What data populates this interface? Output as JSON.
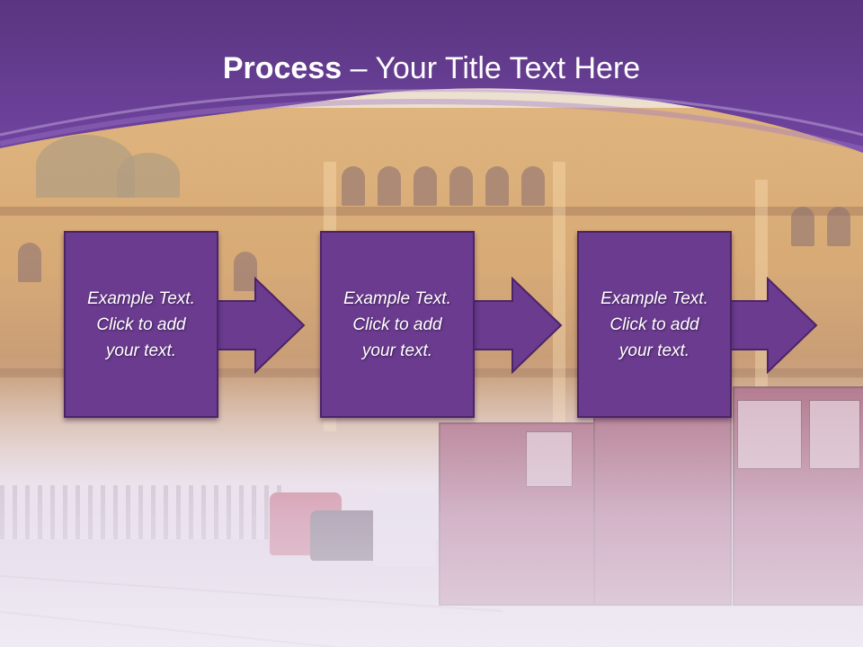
{
  "slide": {
    "title_bold": "Process",
    "title_rest": " – Your Title Text Here"
  },
  "colors": {
    "header": "#5f3b8a",
    "header_edge": "#7b4ea6",
    "box_fill": "#6a3b8e",
    "box_border": "#4b2466",
    "text": "#ffffff"
  },
  "steps": [
    {
      "line1": "Example Text.",
      "line2": "Click  to add",
      "line3": "your text."
    },
    {
      "line1": "Example Text.",
      "line2": "Click  to add",
      "line3": "your text."
    },
    {
      "line1": "Example Text.",
      "line2": "Click  to add",
      "line3": "your text."
    }
  ],
  "icons": [
    "right-arrow-icon"
  ]
}
